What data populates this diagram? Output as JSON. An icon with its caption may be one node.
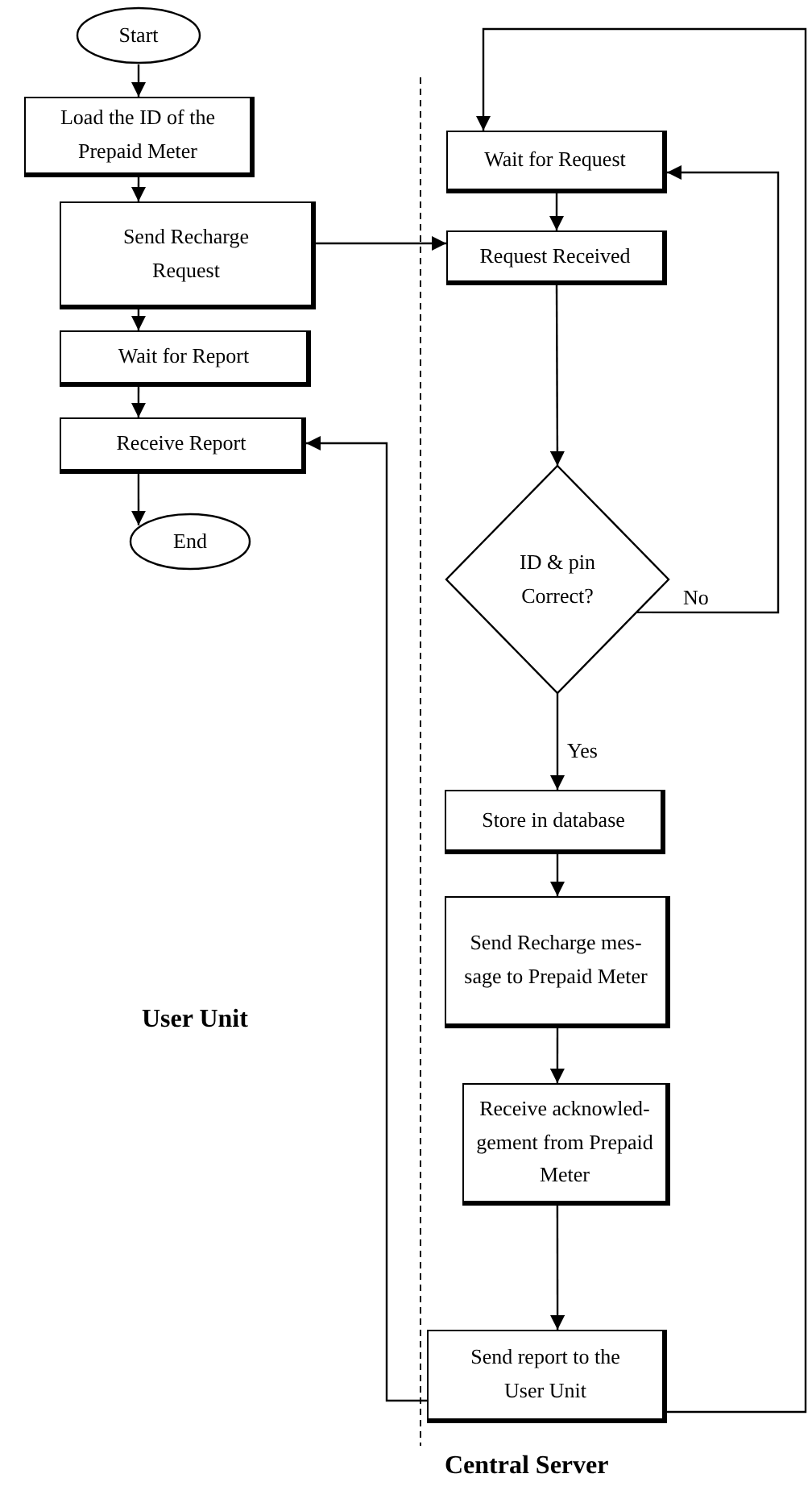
{
  "diagram": {
    "nodes": [
      {
        "text": [
          "Start"
        ]
      },
      {
        "text": [
          "Load the ID of the Prepaid Meter"
        ]
      },
      {
        "text": [
          "Send Recharge Request"
        ]
      },
      {
        "text": [
          "Wait for Report"
        ]
      },
      {
        "text": [
          "Receive Report"
        ]
      },
      {
        "text": [
          "End"
        ]
      },
      {
        "text": [
          "Wait for Request"
        ]
      },
      {
        "text": [
          "Request Received"
        ]
      },
      {
        "text": [
          "ID & pin Correct?"
        ]
      },
      {
        "text": [
          "Store in database"
        ]
      },
      {
        "text": [
          "Send Recharge mes- sage to Prepaid Meter"
        ]
      },
      {
        "text": [
          "Receive acknowled- gement from Prepaid Meter"
        ]
      },
      {
        "text": [
          "Send report to the User Unit"
        ]
      }
    ],
    "edges": [
      {
        "from": 0,
        "to": 1,
        "arrow": "to"
      },
      {
        "from": 1,
        "to": 2,
        "arrow": "to"
      },
      {
        "from": 2,
        "to": 3,
        "arrow": "to"
      },
      {
        "from": 3,
        "to": 4,
        "arrow": "to"
      },
      {
        "from": 4,
        "to": 5,
        "arrow": "to"
      },
      {
        "from": 2,
        "to": 7,
        "arrow": "to"
      },
      {
        "from": 6,
        "to": 7,
        "arrow": "to"
      },
      {
        "from": 7,
        "to": 8,
        "arrow": "to"
      },
      {
        "from": 8,
        "to": 6,
        "arrow": "to",
        "label": "No"
      },
      {
        "from": 8,
        "to": 9,
        "arrow": "to",
        "label": "Yes"
      },
      {
        "from": 9,
        "to": 10,
        "arrow": "to"
      },
      {
        "from": 10,
        "to": 11,
        "arrow": "to"
      },
      {
        "from": 11,
        "to": 12,
        "arrow": "to"
      },
      {
        "from": 12,
        "to": 4,
        "arrow": "to"
      },
      {
        "from": 12,
        "to": 6,
        "arrow": "to"
      }
    ],
    "labels": [
      "User Unit",
      "Central Server"
    ]
  }
}
